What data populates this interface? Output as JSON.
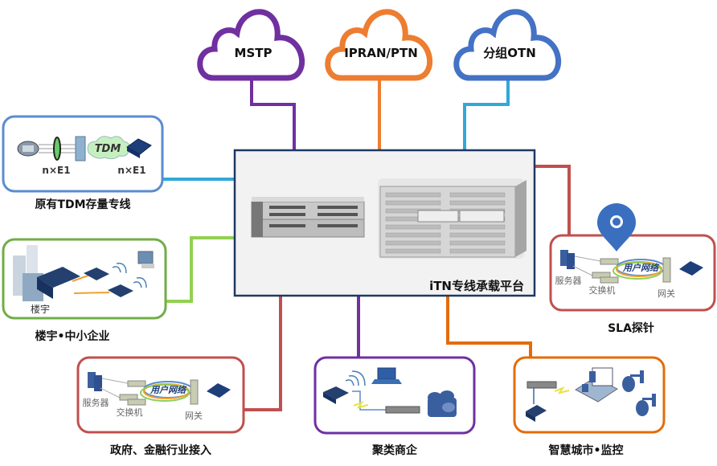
{
  "clouds": [
    {
      "id": "mstp",
      "label": "MSTP",
      "color": "#7030a0"
    },
    {
      "id": "ipran",
      "label": "IPRAN/PTN",
      "color": "#ed7d31"
    },
    {
      "id": "otn",
      "label": "分组OTN",
      "color": "#4472c4"
    }
  ],
  "platform": {
    "label": "iTN专线承载平台",
    "border_color": "#1f3864"
  },
  "scenarios": [
    {
      "id": "tdm",
      "title": "原有TDM存量专线",
      "color": "#5b8ccf",
      "line_color": "#30a8d8",
      "labels": {
        "left": "n×E1",
        "right": "n×E1",
        "cloud": "TDM"
      }
    },
    {
      "id": "building",
      "title": "楼宇•中小企业",
      "color": "#70ad47",
      "line_color": "#92d050",
      "labels": {
        "building": "楼宇"
      }
    },
    {
      "id": "gov",
      "title": "政府、金融行业接入",
      "color": "#c0504d",
      "line_color": "#c0504d",
      "labels": {
        "server": "服务器",
        "switch": "交换机",
        "network": "用户网络",
        "gateway": "网关"
      }
    },
    {
      "id": "merchant",
      "title": "聚类商企",
      "color": "#7030a0",
      "line_color": "#7030a0"
    },
    {
      "id": "city",
      "title": "智慧城市•监控",
      "color": "#e36c0a",
      "line_color": "#e36c0a"
    },
    {
      "id": "sla",
      "title": "SLA探针",
      "color": "#c0504d",
      "line_color": "#c0504d",
      "labels": {
        "server": "服务器",
        "switch": "交换机",
        "network": "用户网络",
        "gateway": "网关"
      }
    }
  ]
}
